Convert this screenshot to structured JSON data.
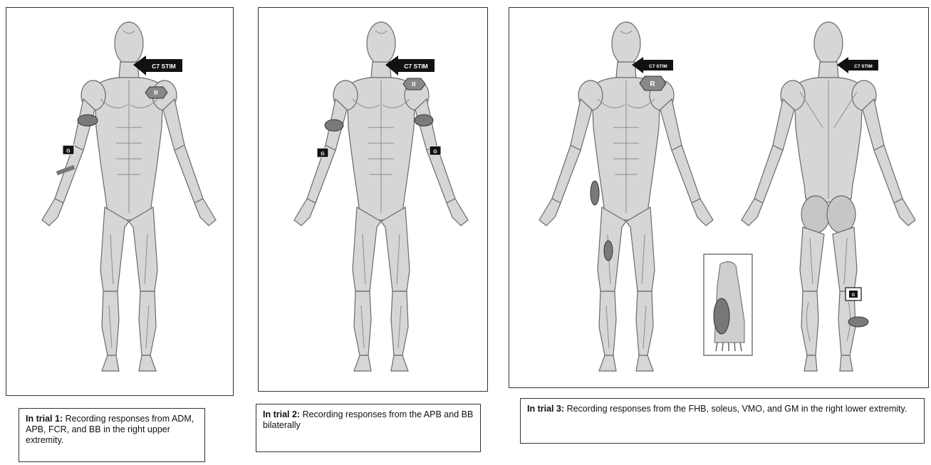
{
  "panels": [
    {
      "arrow_label": "C7 STIM",
      "ref_label": "R",
      "marker_label": "G",
      "caption_title": "In trial 1:",
      "caption_text": "Recording responses from ADM, APB, FCR, and BB in the right upper extremity."
    },
    {
      "arrow_label": "C7 STIM",
      "ref_label": "R",
      "marker_label": "G",
      "caption_title": "In trial 2:",
      "caption_text": "Recording responses from the APB and BB bilaterally"
    },
    {
      "arrow_label_front": "C7 STIM",
      "arrow_label_back": "C7 STIM",
      "ref_label": "R",
      "marker_label": "G",
      "caption_title": "In trial 3:",
      "caption_text": "Recording responses from the FHB, soleus, VMO, and GM in the right lower extremity."
    }
  ],
  "colors": {
    "body_light": "#e4e4e4",
    "body_mid": "#bcbcbc",
    "body_dark": "#7a7a7a",
    "marker": "#777777",
    "arrow": "#111111"
  }
}
